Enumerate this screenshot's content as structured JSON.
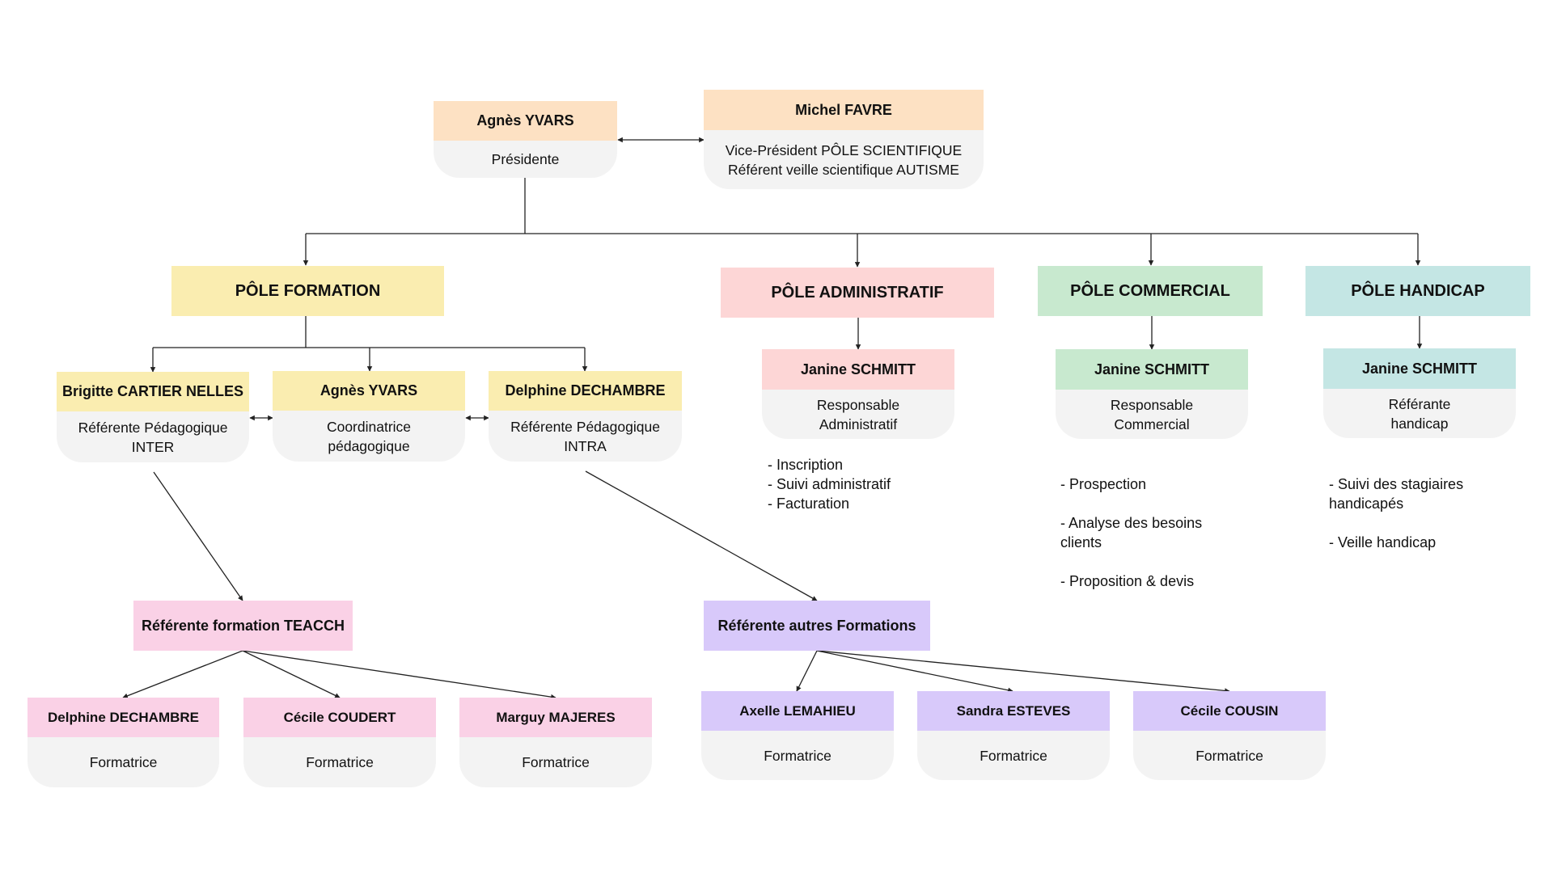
{
  "colors": {
    "orange": "#fde1c3",
    "yellow": "#faedb0",
    "red": "#fdd6d6",
    "green": "#c8e9cf",
    "teal": "#c4e6e4",
    "pink": "#fad1e6",
    "purple": "#d8c9fa",
    "body": "#f3f3f3",
    "line": "#222222"
  },
  "top": {
    "president": {
      "name": "Agnès YVARS",
      "role": "Présidente"
    },
    "vice_president": {
      "name": "Michel FAVRE",
      "role": "Vice-Président PÔLE SCIENTIFIQUE\nRéférent veille scientifique AUTISME"
    }
  },
  "poles": {
    "formation": {
      "title": "PÔLE FORMATION",
      "members": [
        {
          "name": "Brigitte CARTIER NELLES",
          "role": "Référente Pédagogique\nINTER"
        },
        {
          "name": "Agnès YVARS",
          "role": "Coordinatrice\npédagogique"
        },
        {
          "name": "Delphine DECHAMBRE",
          "role": "Référente Pédagogique\nINTRA"
        }
      ],
      "teacch": {
        "title": "Référente formation TEACCH",
        "trainers": [
          {
            "name": "Delphine DECHAMBRE",
            "role": "Formatrice"
          },
          {
            "name": "Cécile COUDERT",
            "role": "Formatrice"
          },
          {
            "name": "Marguy MAJERES",
            "role": "Formatrice"
          }
        ]
      },
      "autres": {
        "title": "Référente autres Formations",
        "trainers": [
          {
            "name": "Axelle LEMAHIEU",
            "role": "Formatrice"
          },
          {
            "name": "Sandra ESTEVES",
            "role": "Formatrice"
          },
          {
            "name": "Cécile COUSIN",
            "role": "Formatrice"
          }
        ]
      }
    },
    "administratif": {
      "title": "PÔLE ADMINISTRATIF",
      "lead": {
        "name": "Janine SCHMITT",
        "role": "Responsable\nAdministratif"
      },
      "tasks": [
        "- Inscription",
        "- Suivi administratif",
        "- Facturation"
      ]
    },
    "commercial": {
      "title": "PÔLE COMMERCIAL",
      "lead": {
        "name": "Janine SCHMITT",
        "role": "Responsable\nCommercial"
      },
      "tasks": [
        "- Prospection",
        "- Analyse des besoins\nclients",
        "- Proposition & devis"
      ]
    },
    "handicap": {
      "title": "PÔLE HANDICAP",
      "lead": {
        "name": "Janine SCHMITT",
        "role": "Référante\nhandicap"
      },
      "tasks": [
        "- Suivi des stagiaires\nhandicapés",
        "- Veille handicap"
      ]
    }
  }
}
